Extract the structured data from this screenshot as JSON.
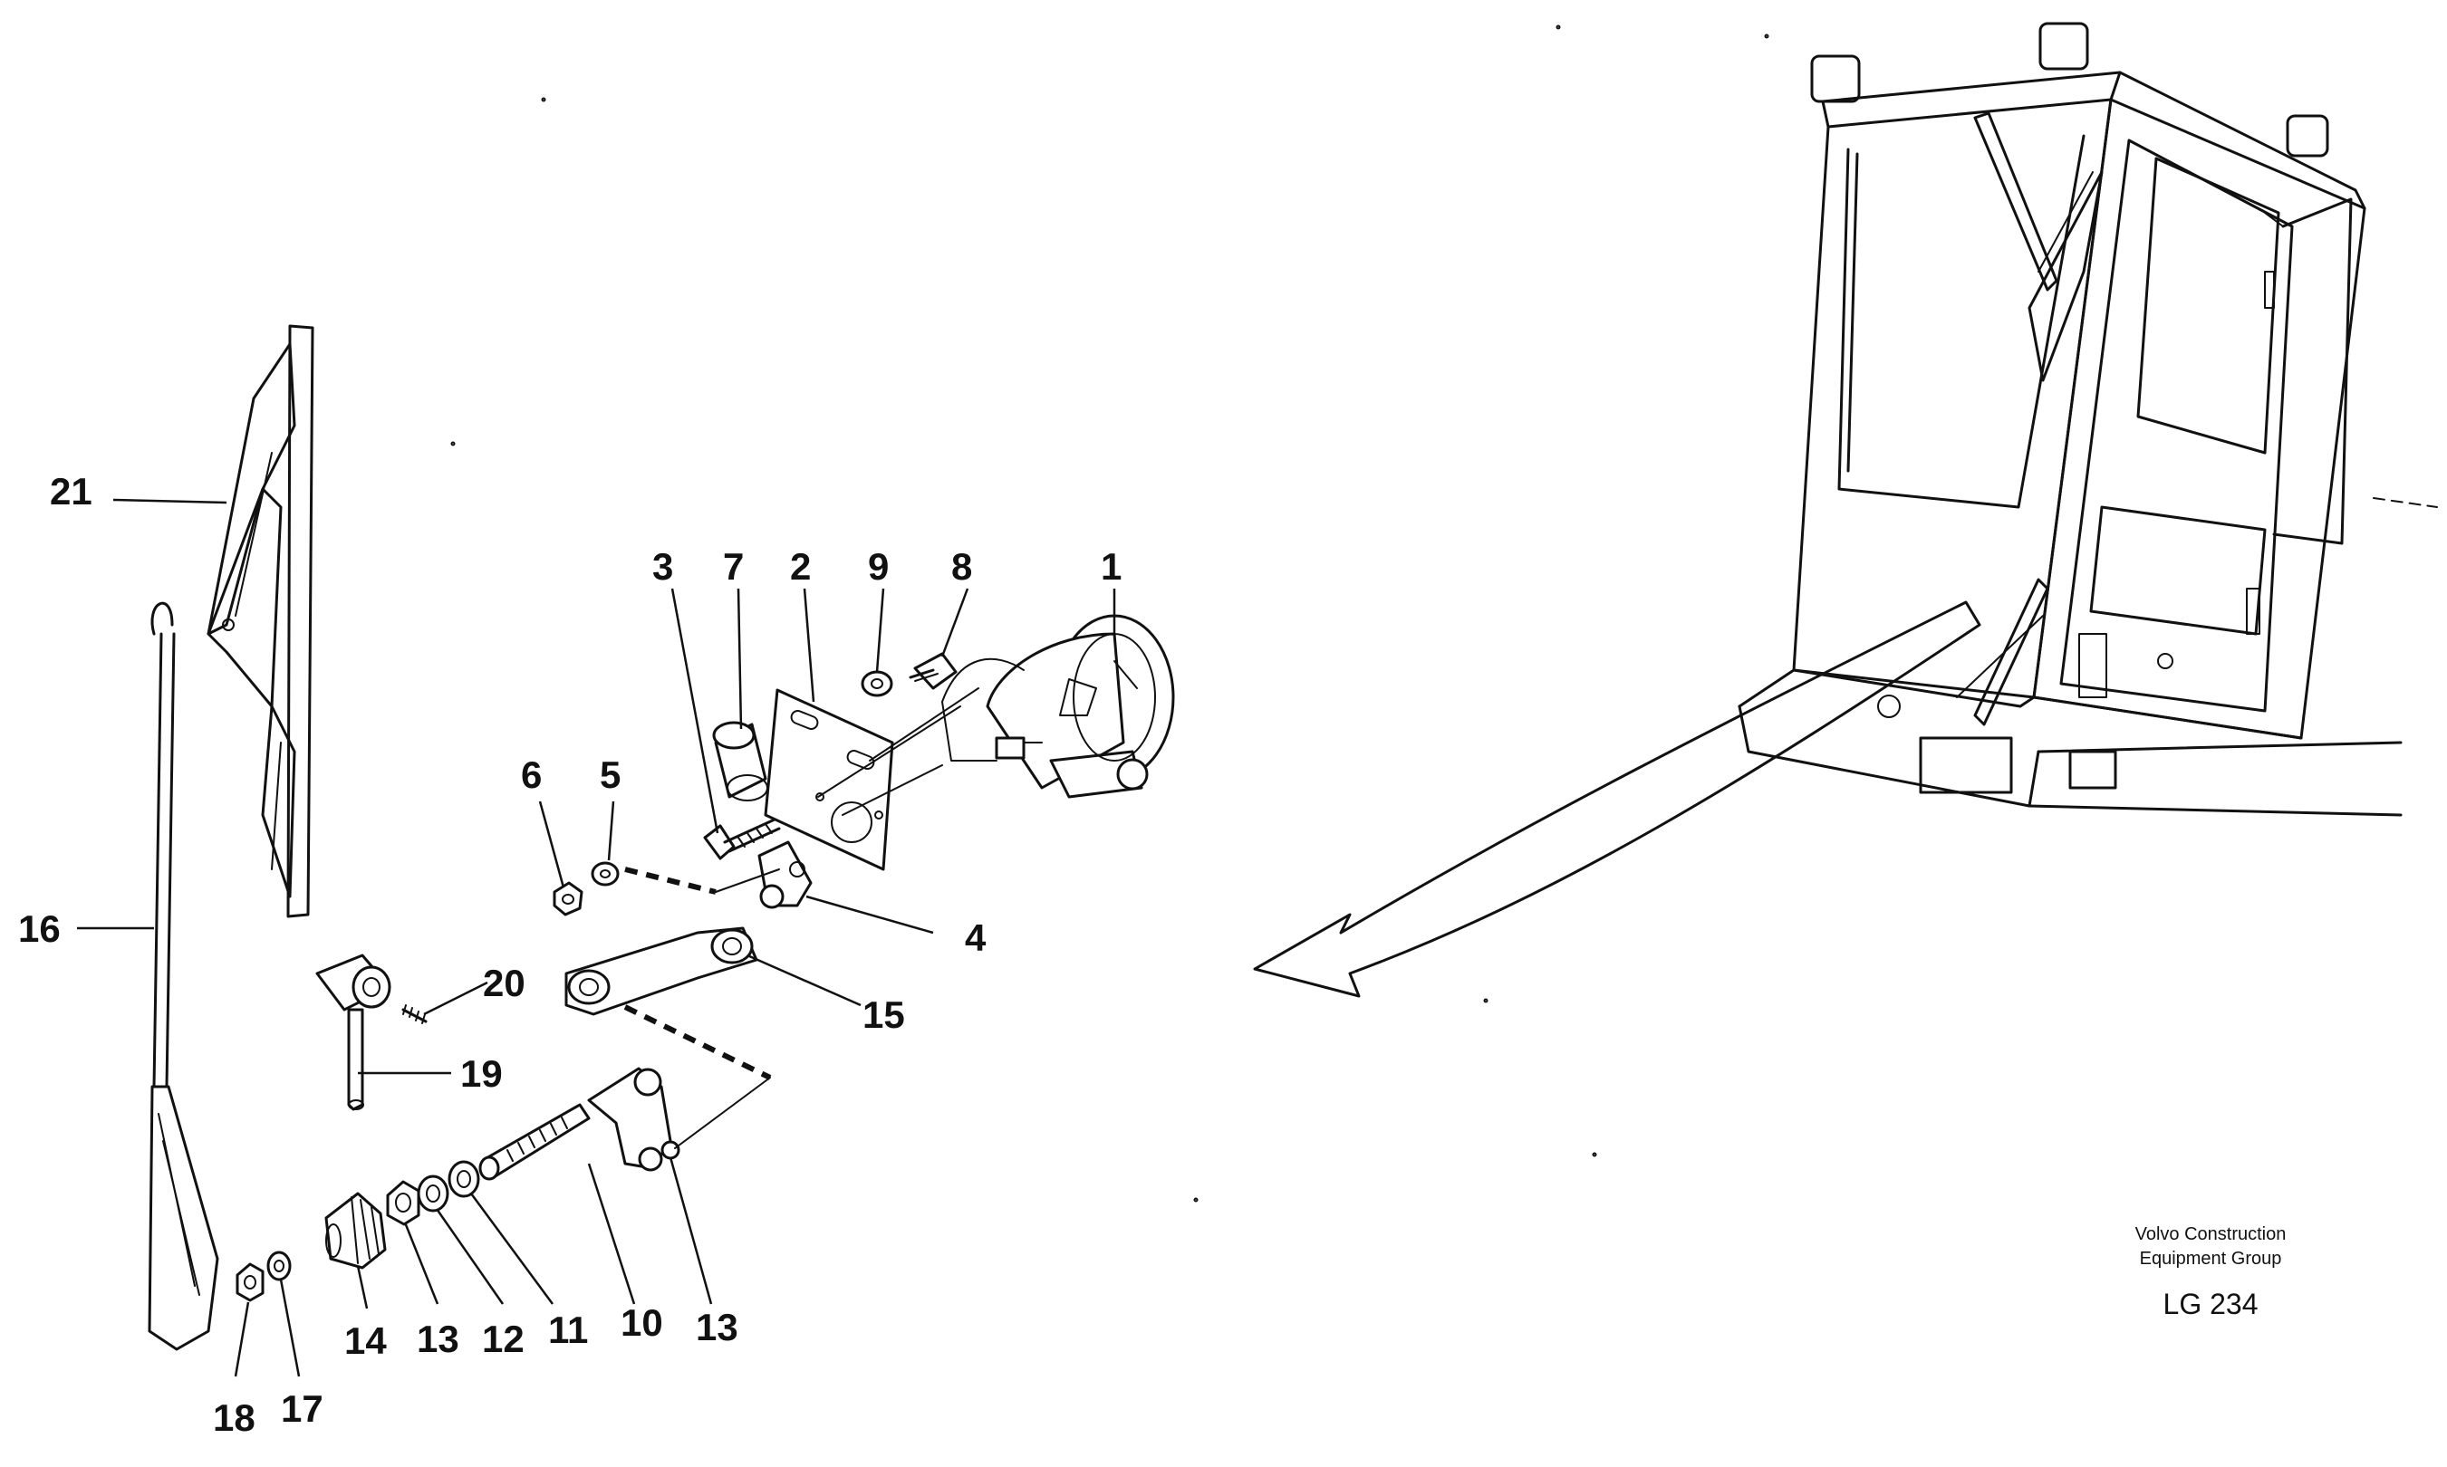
{
  "diagram": {
    "callouts": [
      {
        "id": "c1",
        "label": "1"
      },
      {
        "id": "c2",
        "label": "2"
      },
      {
        "id": "c3",
        "label": "3"
      },
      {
        "id": "c4",
        "label": "4"
      },
      {
        "id": "c5",
        "label": "5"
      },
      {
        "id": "c6",
        "label": "6"
      },
      {
        "id": "c7",
        "label": "7"
      },
      {
        "id": "c8",
        "label": "8"
      },
      {
        "id": "c9",
        "label": "9"
      },
      {
        "id": "c10",
        "label": "10"
      },
      {
        "id": "c11",
        "label": "11"
      },
      {
        "id": "c12",
        "label": "12"
      },
      {
        "id": "c13a",
        "label": "13"
      },
      {
        "id": "c13b",
        "label": "13"
      },
      {
        "id": "c14",
        "label": "14"
      },
      {
        "id": "c15",
        "label": "15"
      },
      {
        "id": "c16",
        "label": "16"
      },
      {
        "id": "c17",
        "label": "17"
      },
      {
        "id": "c18",
        "label": "18"
      },
      {
        "id": "c19",
        "label": "19"
      },
      {
        "id": "c20",
        "label": "20"
      },
      {
        "id": "c21",
        "label": "21"
      }
    ],
    "company_line1": "Volvo Construction",
    "company_line2": "Equipment Group",
    "drawing_code": "LG 234"
  },
  "colors": {
    "ink": "#111111",
    "background": "#ffffff",
    "part_shade": "#dcdcdc"
  }
}
